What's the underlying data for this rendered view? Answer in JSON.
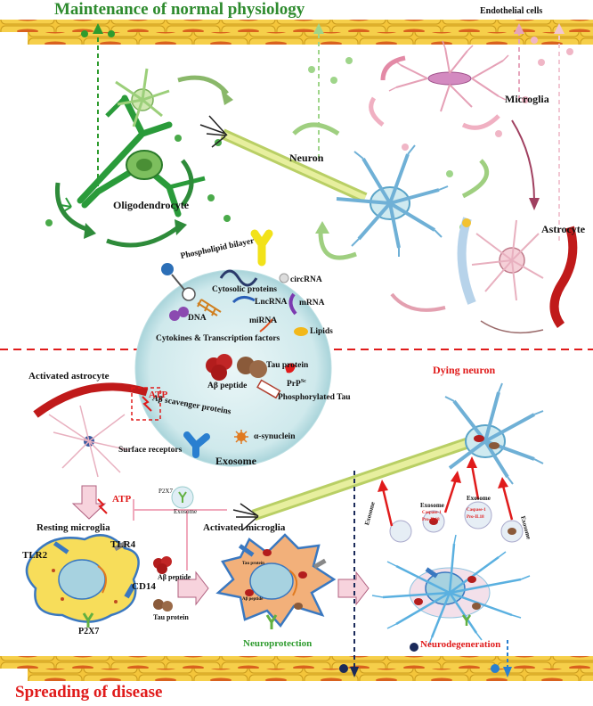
{
  "titles": {
    "top": "Maintenance of normal physiology",
    "bottom": "Spreading of disease"
  },
  "top_labels": {
    "endothelial": "Endothelial cells",
    "microglia": "Microglia",
    "neuron": "Neuron",
    "oligodendrocyte": "Oligodendrocyte",
    "astrocyte": "Astrocyte"
  },
  "exosome_contents": {
    "phospholipid": "Phospholipid bilayer",
    "circrna": "circRNA",
    "cytosolic": "Cytosolic proteins",
    "lncrna": "LncRNA",
    "mrna": "mRNA",
    "dna": "DNA",
    "mirna": "miRNA",
    "lipids": "Lipids",
    "cytokines": "Cytokines & Transcription factors",
    "abeta": "Aβ peptide",
    "tau": "Tau protein",
    "prp": "PrP",
    "prp_sup": "Sc",
    "ptau": "Phosphorylated Tau",
    "scavenger": "Aβ scavenger proteins",
    "synuclein": "α-synuclein",
    "surface": "Surface receptors",
    "exosome": "Exosome"
  },
  "bottom_labels": {
    "activated_astrocyte": "Activated astrocyte",
    "atp1": "ATP",
    "atp2": "ATP",
    "p2x7_small": "P2X7",
    "exosome_small": "Exosome",
    "resting_microglia": "Resting microglia",
    "activated_microglia": "Activated microglia",
    "tlr2": "TLR2",
    "tlr4": "TLR4",
    "cd14": "CD14",
    "p2x7": "P2X7",
    "abeta_peptide": "Aβ peptide",
    "tau_protein": "Tau protein",
    "tau_in": "Tau protein",
    "abeta_in": "Aβ peptide",
    "neuroprotection": "Neuroprotection",
    "dying_neuron": "Dying neuron",
    "neurodegeneration": "Neurodegeneration",
    "exo1": "Exosome",
    "exo2": "Exosome",
    "exo3": "Exosome",
    "exo4": "Exosome",
    "casp1a": "Caspase-1",
    "il18a": "Pro-IL18",
    "casp1b": "Caspase-1",
    "il18b": "Pro-IL18"
  },
  "colors": {
    "green": "#2e9b2e",
    "red": "#e01b1b",
    "pink": "#e8a0b4",
    "navy": "#1b2a5a",
    "vessel": "#f2c230"
  }
}
